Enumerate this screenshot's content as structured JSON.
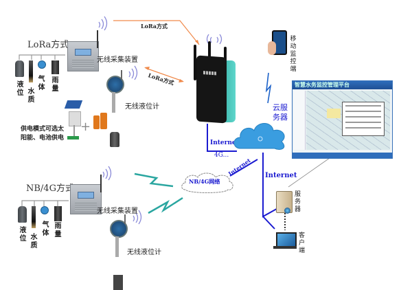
{
  "lora_group": {
    "title": "LoRa方式",
    "sensors": [
      {
        "label": "液位"
      },
      {
        "label": "水质"
      },
      {
        "label": "气体"
      },
      {
        "label": "雨量"
      }
    ],
    "collector_label": "无线采集装置",
    "level_meter_label": "无线液位计"
  },
  "power_note": {
    "line1": "供电模式可选太",
    "line2": "阳能、电池供电"
  },
  "nb_group": {
    "title": "NB/4G方式",
    "sensors": [
      {
        "label": "液位"
      },
      {
        "label": "水质"
      },
      {
        "label": "气体"
      },
      {
        "label": "雨量"
      }
    ],
    "collector_label": "无线采集装置",
    "level_meter_label": "无线液位计"
  },
  "links": {
    "lora_top": "LoRa方式",
    "lora_mid": "LoRa方式",
    "gateway_internet": "Internet",
    "gateway_4g": "4G...",
    "nb_internet": "Internet",
    "server_internet": "Internet"
  },
  "network_cloud": {
    "label": "NB/4G网络"
  },
  "cloud_server": {
    "label": "云服务器",
    "line1": "云服",
    "line2": "务器"
  },
  "mobile": {
    "label": "移动监控端"
  },
  "platform": {
    "title": "智慧水务监控管理平台"
  },
  "server": {
    "label": "服务器"
  },
  "client": {
    "label": "客户端"
  },
  "colors": {
    "lora_link": "#f08a4b",
    "internet_link": "#1a1ad0",
    "wireless_bolt": "#2aa6a0",
    "cloud": "#3a9de0"
  }
}
